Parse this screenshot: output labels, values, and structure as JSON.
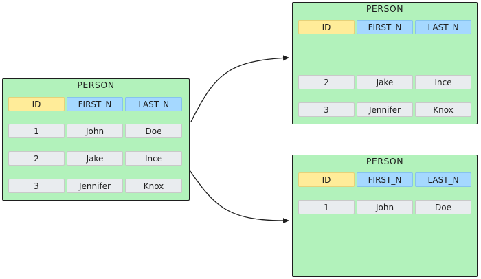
{
  "tables": {
    "source": {
      "title": "PERSON",
      "headers": [
        "ID",
        "FIRST_N",
        "LAST_N"
      ],
      "rows": [
        [
          "1",
          "John",
          "Doe"
        ],
        [
          "2",
          "Jake",
          "Ince"
        ],
        [
          "3",
          "Jennifer",
          "Knox"
        ]
      ]
    },
    "top": {
      "title": "PERSON",
      "headers": [
        "ID",
        "FIRST_N",
        "LAST_N"
      ],
      "rows": [
        [
          "2",
          "Jake",
          "Ince"
        ],
        [
          "3",
          "Jennifer",
          "Knox"
        ]
      ]
    },
    "bottom": {
      "title": "PERSON",
      "headers": [
        "ID",
        "FIRST_N",
        "LAST_N"
      ],
      "rows": [
        [
          "1",
          "John",
          "Doe"
        ]
      ]
    }
  },
  "colors": {
    "table_fill": "#b2f2bb",
    "id_header": "#ffec99",
    "name_header": "#a5d8ff",
    "row_cell": "#e9ecef",
    "stroke": "#1e1e1e"
  }
}
